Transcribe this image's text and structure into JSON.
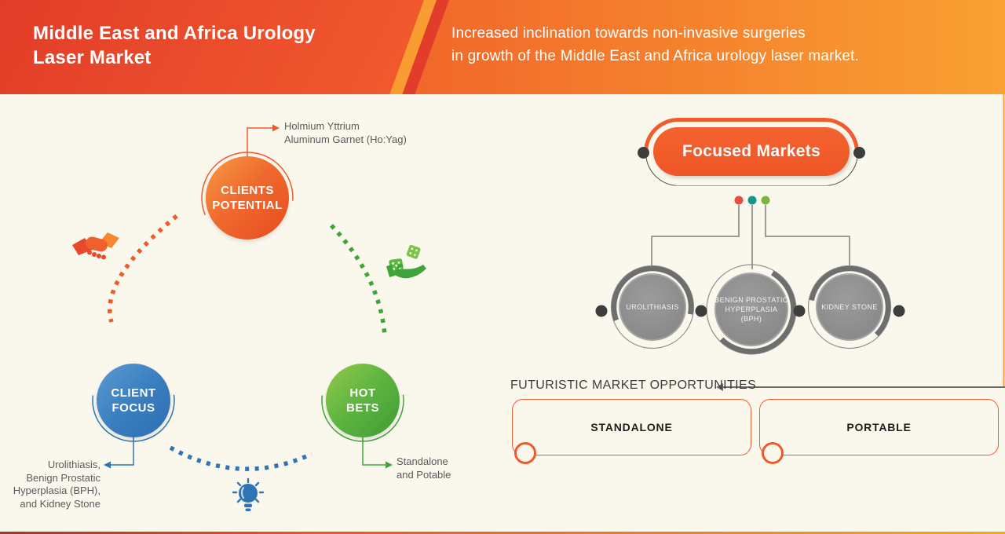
{
  "header": {
    "title": "Middle East and Africa Urology\nLaser Market",
    "subtitle": "Increased inclination towards non-invasive surgeries\nin growth of the Middle East and Africa urology laser market."
  },
  "left_diagram": {
    "clients_potential": {
      "label": "CLIENTS\nPOTENTIAL",
      "annotation": "Holmium Yttrium\nAluminum Garnet (Ho:Yag)"
    },
    "client_focus": {
      "label": "CLIENT\nFOCUS",
      "annotation": "Urolithiasis,\nBenign Prostatic\nHyperplasia (BPH),\nand Kidney Stone"
    },
    "hot_bets": {
      "label": "HOT\nBETS",
      "annotation": "Standalone\nand Potable"
    },
    "icons": [
      "handshake",
      "hand-with-dice",
      "lightbulb"
    ]
  },
  "right_diagram": {
    "focused_markets_label": "Focused Markets",
    "markets": [
      "UROLITHIASIS",
      "BENIGN PROSTATIC\nHYPERPLASIA\n(BPH)",
      "KIDNEY STONE"
    ],
    "futuristic": {
      "heading": "FUTURISTIC MARKET OPPORTUNITIES",
      "items": [
        "STANDALONE",
        "PORTABLE"
      ]
    }
  },
  "colors": {
    "background": "#faf8ec",
    "header_red": "#e13a28",
    "header_orange": "#f9a132",
    "accent_orange": "#f05a28",
    "accent_blue": "#2e75b6",
    "accent_green": "#3fa53a",
    "gray_node": "#8a8a8a",
    "ring_gray": "#6e6e6e",
    "dot_dark": "#3d3d3d",
    "dot_red": "#e74c3c",
    "dot_teal": "#17958a",
    "dot_green": "#7cb342"
  }
}
